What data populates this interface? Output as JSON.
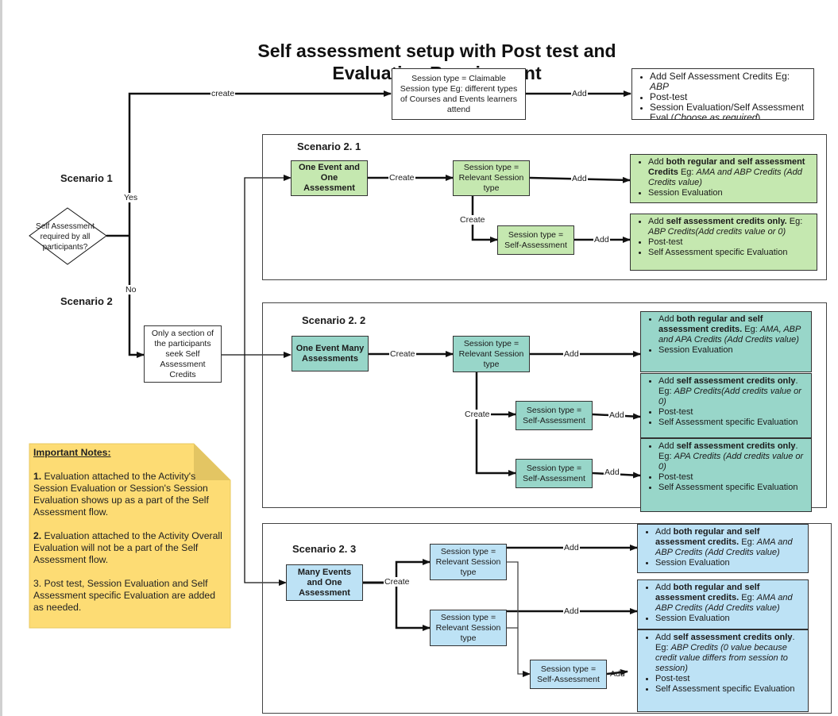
{
  "title_line1": "Self assessment setup with Post test and",
  "title_line2": "Evaluation Requirement",
  "colors": {
    "scenario_2_1_fill": "#c5e8b0",
    "scenario_2_2_fill": "#98d6c9",
    "scenario_2_3_fill": "#bde2f5",
    "note_fill": "#fddc74",
    "note_fold": "#e3c563",
    "line": "#111111"
  },
  "decision": {
    "question": "Self Assessment required by all participants?",
    "yes_label": "Yes",
    "no_label": "No"
  },
  "scenario_1": {
    "label": "Scenario 1",
    "edge_create": "create",
    "session_box": "Session type = Claimable Session type Eg: different types of Courses and Events learners attend",
    "edge_add": "Add",
    "outcomes": [
      {
        "prefix": "Add Self Assessment Credits Eg: ",
        "italic": "ABP"
      },
      {
        "prefix": "Post-test"
      },
      {
        "prefix": "Session Evaluation/Self Assessment Eval (",
        "italic": "Choose as required",
        "suffix": ")"
      }
    ]
  },
  "scenario_2": {
    "label": "Scenario 2",
    "section_box": "Only a section of the  participants seek Self Assessment Credits"
  },
  "scenario_2_1": {
    "label": "Scenario 2. 1",
    "event_box": "One Event and One Assessment",
    "edge_create": "Create",
    "session_box": "Session type = Relevant Session type",
    "edge_add": "Add",
    "edge_create2": "Create",
    "self_box": "Session type = Self-Assessment",
    "edge_add2": "Add",
    "outcome_regular": {
      "item1_pre": "Add ",
      "item1_bold": "both regular and self assessment Credits",
      "item1_mid": " Eg: ",
      "item1_italic": "AMA and ABP Credits (Add Credits value)",
      "item2": "Session Evaluation"
    },
    "outcome_self": {
      "item1_pre": "Add ",
      "item1_bold": "self assessment credits only.",
      "item1_mid": " Eg: ",
      "item1_italic": "ABP Credits(Add credits value or 0)",
      "item2": "Post-test",
      "item3": "Self Assessment specific  Evaluation"
    }
  },
  "scenario_2_2": {
    "label": "Scenario 2. 2",
    "event_box": "One Event Many Assessments",
    "edge_create": "Create",
    "session_box": "Session type = Relevant Session type",
    "edge_add": "Add",
    "edge_create2": "Create",
    "self_box_1": "Session type = Self-Assessment",
    "self_box_2": "Session type = Self-Assessment",
    "edge_add2": "Add",
    "edge_add3": "Add",
    "outcome_regular": {
      "item1_pre": "Add ",
      "item1_bold": "both regular and self assessment credits.",
      "item1_mid": " Eg: ",
      "item1_italic": "AMA, ABP and APA Credits (Add Credits value)",
      "item2": "Session Evaluation"
    },
    "outcome_self_1": {
      "item1_pre": "Add ",
      "item1_bold": "self assessment credits only",
      "item1_mid": ". Eg: ",
      "item1_italic": "ABP Credits(Add credits value or 0)",
      "item2": "Post-test",
      "item3": "Self Assessment specific Evaluation"
    },
    "outcome_self_2": {
      "item1_pre": "Add ",
      "item1_bold": "self assessment credits only",
      "item1_mid": ". Eg: ",
      "item1_italic": "APA Credits (Add credits value or 0)",
      "item2": "Post-test",
      "item3": "Self Assessment specific Evaluation"
    }
  },
  "scenario_2_3": {
    "label": "Scenario 2. 3",
    "event_box": "Many Events and One Assessment",
    "edge_create": "Create",
    "session_box_1": "Session type = Relevant Session type",
    "session_box_2": "Session type = Relevant Session type",
    "self_box": "Session type = Self-Assessment",
    "edge_add1": "Add",
    "edge_add2": "Add",
    "edge_add3": "Add",
    "outcome_regular_1": {
      "item1_pre": "Add ",
      "item1_bold": "both regular and self assessment credits.",
      "item1_mid": " Eg: ",
      "item1_italic": "AMA and ABP Credits (Add Credits value)",
      "item2": "Session Evaluation"
    },
    "outcome_regular_2": {
      "item1_pre": "Add ",
      "item1_bold": "both regular and self assessment credits.",
      "item1_mid": " Eg: ",
      "item1_italic": "AMA and ABP Credits (Add Credits value)",
      "item2": "Session Evaluation"
    },
    "outcome_self": {
      "item1_pre": "Add ",
      "item1_bold": "self assessment credits only",
      "item1_mid": ". Eg: ",
      "item1_italic": "ABP Credits (0 value because credit value differs from session to session)",
      "item2": "Post-test",
      "item3": "Self Assessment specific Evaluation"
    }
  },
  "notes": {
    "heading": "Important Notes:",
    "n1_num": "1.",
    "n1_text": " Evaluation attached to the Activity's Session Evaluation or Session's Session Evaluation shows up as a part of the Self Assessment flow.",
    "n2_num": "2.",
    "n2_text": " Evaluation attached to the Activity Overall Evaluation will not be a part of the Self Assessment flow.",
    "n3_text": "3. Post test, Session Evaluation and Self Assessment specific Evaluation are added as needed."
  }
}
